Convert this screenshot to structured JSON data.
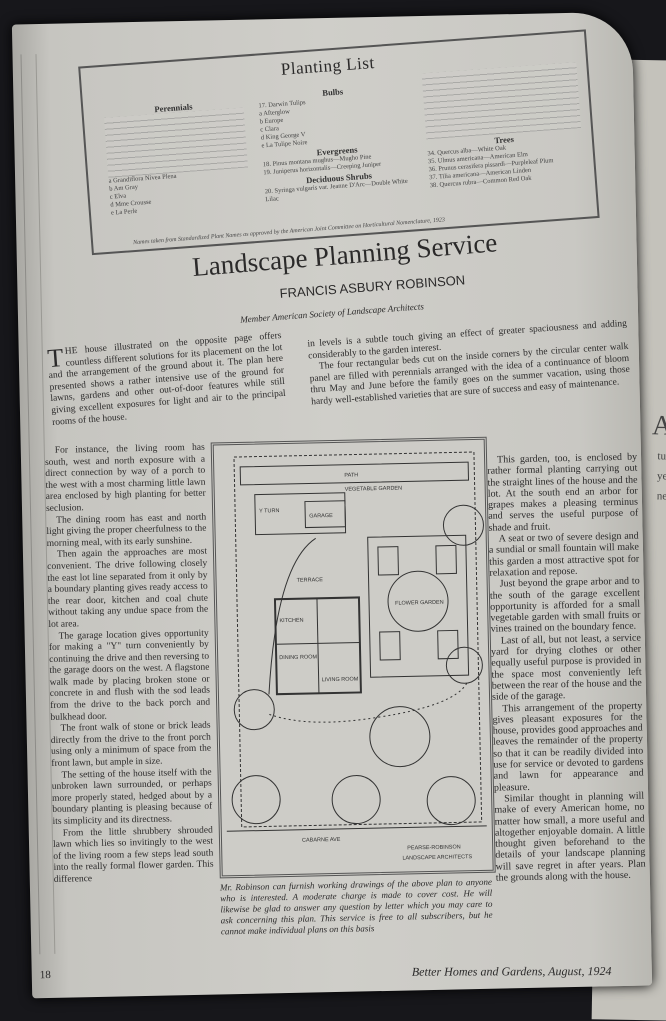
{
  "planting_list": {
    "title": "Planting List",
    "perennials_heading": "Perennials",
    "perennials": [
      "a Grandiflora Nivea Plena",
      "b Am Gray",
      "c Elva",
      "d Mme Crousse",
      "e La Perle"
    ],
    "bulbs_heading": "Bulbs",
    "bulbs": [
      "17. Darwin Tulips",
      "a Afterglow",
      "b Europe",
      "c Clara",
      "d King George V",
      "e La Tulipe Noire"
    ],
    "evergreens_heading": "Evergreens",
    "evergreens": [
      "18. Pinus montana mughus—Mugho Pine",
      "19. Juniperus horizontalis—Creeping Juniper"
    ],
    "shrubs_heading": "Deciduous Shrubs",
    "shrubs": [
      "20. Syringa vulgaris var. Jeanne D'Arc—Double White Lilac"
    ],
    "trees_heading": "Trees",
    "trees": [
      "34. Quercus alba—White Oak",
      "35. Ulmus americana—American Elm",
      "36. Prunus cerasifera pissardi—Purpleleaf Plum",
      "37. Tilia americana—American Linden",
      "38. Quercus rubra—Common Red Oak"
    ],
    "note": "Names taken from Standardized Plant Names as approved by the American Joint Committee on Horticultural Nomenclature, 1923"
  },
  "article": {
    "title": "Landscape Planning Service",
    "author": "FRANCIS ASBURY ROBINSON",
    "affiliation": "Member American Society of Landscape Architects",
    "dropcap": "T",
    "intro": "HE house illustrated on the opposite page offers countless different solutions for its placement on the lot and the arrangement of the ground about it. The plan here presented shows a rather intensive use of the ground for lawns, gardens and other out-of-door features while still giving excellent exposures for light and air to the principal rooms of the house.",
    "left_column": [
      "For instance, the living room has south, west and north exposure with a direct connection by way of a porch to the west with a most charming little lawn area enclosed by high planting for better seclusion.",
      "The dining room has east and north light giving the proper cheerfulness to the morning meal, with its early sunshine.",
      "Then again the approaches are most convenient. The drive following closely the east lot line separated from it only by a boundary planting gives ready access to the rear door, kitchen and coal chute without taking any undue space from the lot area.",
      "The garage location gives opportunity for making a \"Y\" turn conveniently by continuing the drive and then reversing to the garage doors on the west. A flagstone walk made by placing broken stone or concrete in and flush with the sod leads from the drive to the back porch and bulkhead door.",
      "The front walk of stone or brick leads directly from the drive to the front porch using only a minimum of space from the front lawn, but ample in size.",
      "The setting of the house itself with the unbroken lawn surrounded, or perhaps more properly stated, hedged about by a boundary planting is pleasing because of its simplicity and its directness.",
      "From the little shrubbery shrouded lawn which lies so invitingly to the west of the living room a few steps lead south into the really formal flower garden. This difference"
    ],
    "top_right": [
      "in levels is a subtle touch giving an effect of greater spaciousness and adding considerably to the garden interest.",
      "The four rectangular beds cut on the inside corners by the circular center walk panel are filled with perennials arranged with the idea of a continuance of bloom thru May and June before the family goes on the summer vacation, using those hardy well-established varieties that are sure of success and easy of maintenance."
    ],
    "right_column": [
      "This garden, too, is enclosed by rather formal planting carrying out the straight lines of the house and the lot. At the south end an arbor for grapes makes a pleasing terminus and serves the useful purpose of shade and fruit.",
      "A seat or two of severe design and a sundial or small fountain will make this garden a most attractive spot for relaxation and repose.",
      "Just beyond the grape arbor and to the south of the garage excellent opportunity is afforded for a small vegetable garden with small fruits or vines trained on the boundary fence.",
      "Last of all, but not least, a service yard for drying clothes or other equally useful purpose is provided in the space most conveniently left between the rear of the house and the side of the garage.",
      "This arrangement of the property gives pleasant exposures for the house, provides good approaches and leaves the remainder of the property so that it can be readily divided into use for service or devoted to gardens and lawn for appearance and pleasure.",
      "Similar thought in planning will make of every American home, no matter how small, a more useful and altogether enjoyable domain. A little thought given beforehand to the details of your landscape planning will save regret in after years. Plan the grounds along with the house."
    ],
    "caption": "Mr. Robinson can furnish working drawings of the above plan to anyone who is interested. A moderate charge is made to cover cost. He will likewise be glad to answer any question by letter which you may care to ask concerning this plan. This service is free to all subscribers, but he cannot make individual plans on this basis"
  },
  "plan": {
    "labels": {
      "path": "PATH",
      "vegetable": "VEGETABLE GARDEN",
      "garage": "GARAGE",
      "yturn": "Y TURN",
      "terrace": "TERRACE",
      "living": "LIVING ROOM",
      "dining": "DINING ROOM",
      "kitchen": "KITCHEN",
      "garden": "FLOWER GARDEN",
      "street": "CABARNE AVE"
    },
    "credit_1": "PEARSE-ROBINSON",
    "credit_2": "LANDSCAPE ARCHITECTS"
  },
  "page_number": "18",
  "footer": "Better Homes and Gardens, August, 1924",
  "facing_page": {
    "letter": "A",
    "frag1": "tu",
    "frag2": "ye",
    "frag3": "ne"
  }
}
